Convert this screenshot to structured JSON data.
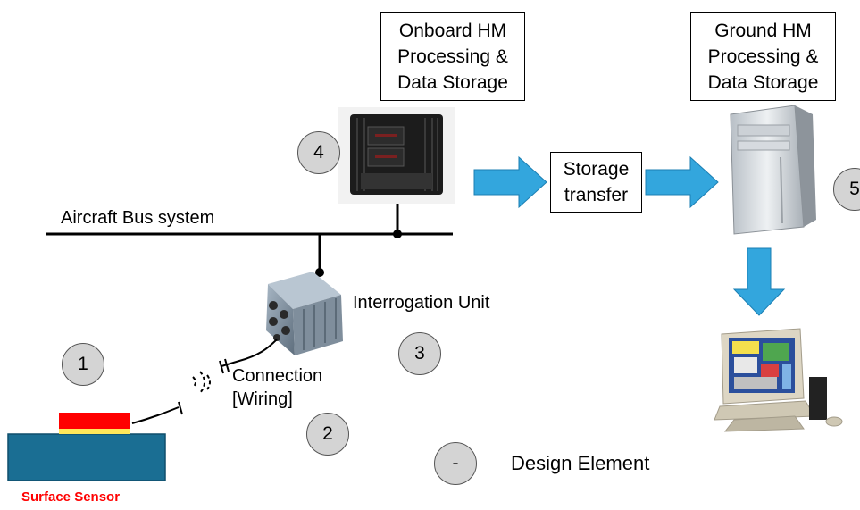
{
  "onboard_box": "Onboard HM\nProcessing &\nData Storage",
  "ground_box": "Ground HM\nProcessing &\nData Storage",
  "storage_box": "Storage\ntransfer",
  "bus_label": "Aircraft Bus system",
  "interrogation_label": "Interrogation Unit",
  "connection_label": "Connection\n[Wiring]",
  "legend_label": "Design Element",
  "sensor_label": "Surface Sensor",
  "markers": {
    "m1": "1",
    "m2": "2",
    "m3": "3",
    "m4": "4",
    "m5": "5",
    "legend": "-"
  },
  "colors": {
    "arrow": "#33a6dd",
    "sensor_red": "#ff0000",
    "substrate": "#1a6e93",
    "sensor_label": "#ff0000"
  }
}
